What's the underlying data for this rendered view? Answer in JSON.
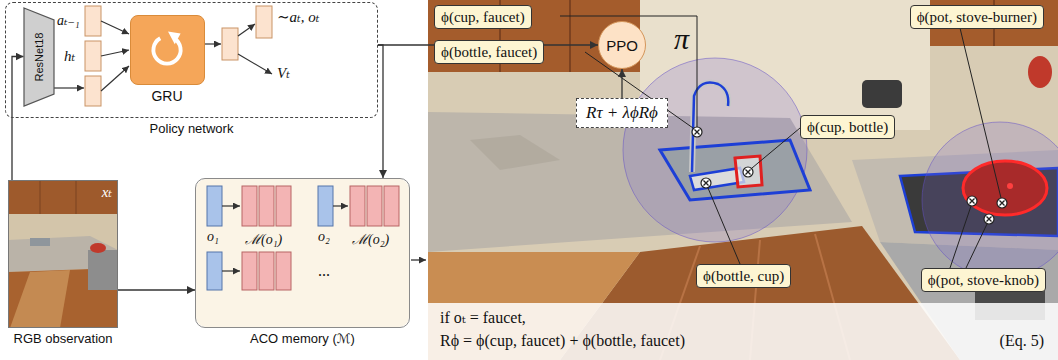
{
  "diagram": {
    "nodes": [
      {
        "text": [
          "Policy network"
        ]
      },
      {
        "text": [
          "ResNet18"
        ],
        "in": 0
      },
      {
        "text": [
          "GRU"
        ],
        "in": 0
      },
      {
        "text": [
          "PPO"
        ]
      },
      {
        "text": [
          "Rτ + λϕRϕ"
        ]
      },
      {
        "text": [
          "xₜ",
          "RGB observation"
        ]
      },
      {
        "text": [
          "ACO memory (ℳ)"
        ]
      },
      {
        "text": [
          "ϕ(cup, faucet)"
        ]
      },
      {
        "text": [
          "ϕ(bottle, faucet)"
        ]
      },
      {
        "text": [
          "ϕ(pot, stove-burner)"
        ]
      },
      {
        "text": [
          "ϕ(cup, bottle)"
        ]
      },
      {
        "text": [
          "ϕ(bottle, cup)"
        ]
      },
      {
        "text": [
          "ϕ(pot, stove-knob)"
        ]
      },
      {
        "text": [
          "if oₜ = faucet,",
          "Rϕ = ϕ(cup, faucet) + ϕ(bottle, faucet)",
          "(Eq. 5)"
        ]
      }
    ],
    "edges": [
      {
        "from": 5,
        "to": 1,
        "arrow": "to"
      },
      {
        "from": 5,
        "to": 6,
        "arrow": "to"
      },
      {
        "from": 0,
        "to": 3,
        "arrow": "to"
      },
      {
        "from": 4,
        "to": 3,
        "arrow": "to"
      },
      {
        "from": 0,
        "to": 6,
        "arrow": "to"
      }
    ],
    "labels": [
      "aₜ₋₁",
      "hₜ",
      "∼aₜ, oₜ",
      "Vₜ",
      "π",
      "o₁",
      "ℳ(o₁)",
      "o₂",
      "ℳ(o₂)",
      "..."
    ]
  }
}
